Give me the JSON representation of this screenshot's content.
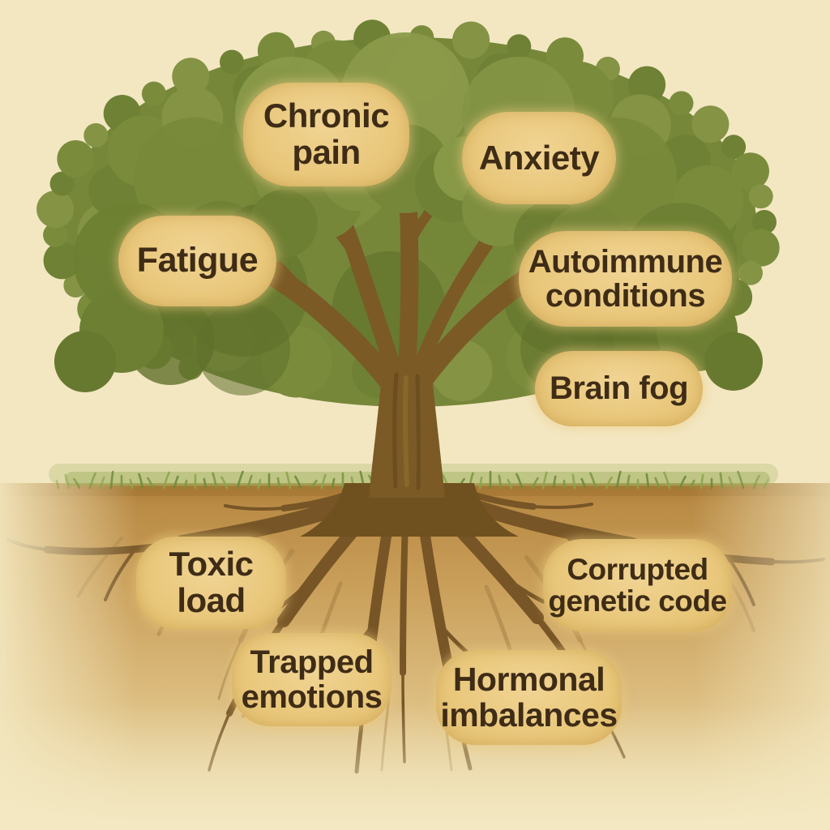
{
  "illustration": {
    "title": "Tree of symptoms and root causes",
    "palette": {
      "background": "#f3e7c2",
      "canopy_green_mid": "#76873a",
      "canopy_green_dark": "#67792f",
      "canopy_green_light": "#879846",
      "trunk_brown": "#7b5a25",
      "root_brown": "#775526",
      "soil_top": "#b0813c",
      "soil_mid": "#c99f5a",
      "soil_bottom": "#eee0b2",
      "grass_green": "#8ca44e",
      "bubble_fill": "#e9c87c",
      "bubble_text": "#3e2c16"
    },
    "surface_symptoms": [
      {
        "id": "chronic-pain",
        "text": "Chronic pain",
        "lines": [
          "Chronic",
          "pain"
        ]
      },
      {
        "id": "anxiety",
        "text": "Anxiety",
        "lines": [
          "Anxiety"
        ]
      },
      {
        "id": "fatigue",
        "text": "Fatigue",
        "lines": [
          "Fatigue"
        ]
      },
      {
        "id": "autoimmune-conditions",
        "text": "Autoimmune conditions",
        "lines": [
          "Autoimmune",
          "conditions"
        ]
      },
      {
        "id": "brain-fog",
        "text": "Brain fog",
        "lines": [
          "Brain fog"
        ]
      }
    ],
    "root_causes": [
      {
        "id": "toxic-load",
        "text": "Toxic load",
        "lines": [
          "Toxic",
          "load"
        ]
      },
      {
        "id": "corrupted-genetic-code",
        "text": "Corrupted genetic code",
        "lines": [
          "Corrupted",
          "genetic code"
        ]
      },
      {
        "id": "trapped-emotions",
        "text": "Trapped emotions",
        "lines": [
          "Trapped",
          "emotions"
        ]
      },
      {
        "id": "hormonal-imbalances",
        "text": "Hormonal imbalances",
        "lines": [
          "Hormonal",
          "imbalances"
        ]
      }
    ]
  }
}
